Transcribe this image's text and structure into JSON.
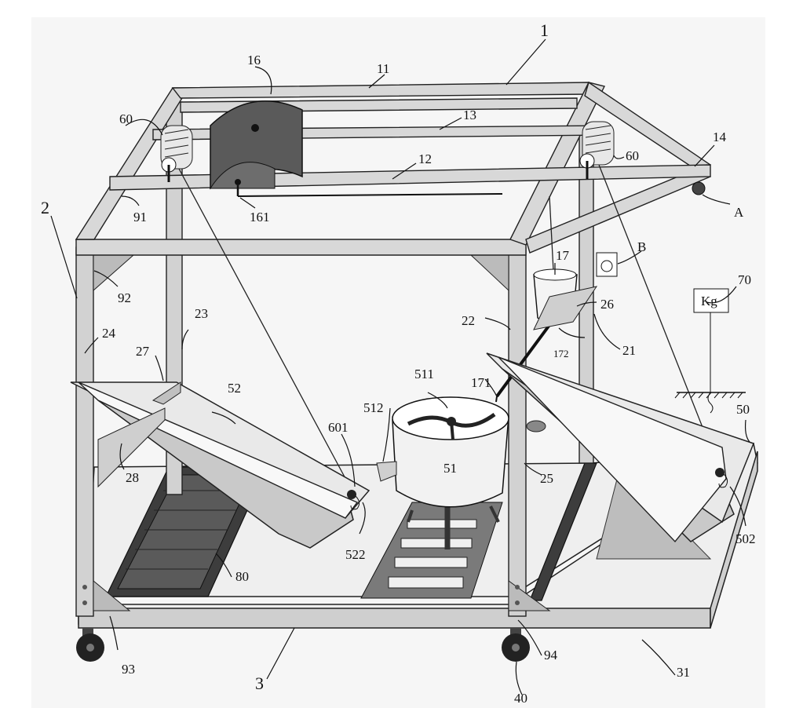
{
  "figure": {
    "labels": {
      "l1": "1",
      "l2": "2",
      "l3": "3",
      "l11": "11",
      "l12": "12",
      "l13": "13",
      "l14": "14",
      "l16": "16",
      "l17": "17",
      "l21": "21",
      "l22": "22",
      "l23": "23",
      "l24": "24",
      "l25": "25",
      "l26": "26",
      "l27": "27",
      "l28": "28",
      "l31": "31",
      "l40": "40",
      "l50": "50",
      "l51": "51",
      "l52": "52",
      "l60a": "60",
      "l60b": "60",
      "l70": "70",
      "l80": "80",
      "l91": "91",
      "l92": "92",
      "l93": "93",
      "l94": "94",
      "l161": "161",
      "l171": "171",
      "l172": "172",
      "l502": "502",
      "l511": "511",
      "l512": "512",
      "l522": "522",
      "l601": "601",
      "lA": "A",
      "lB": "B"
    },
    "scale_text": "Kg"
  }
}
